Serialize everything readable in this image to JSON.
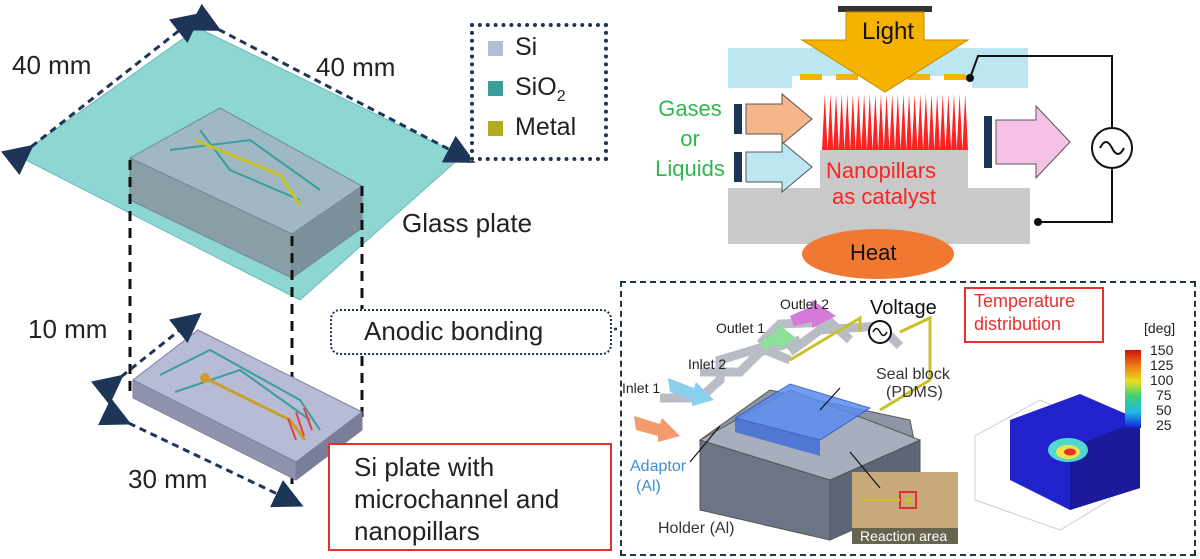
{
  "dimensions": {
    "top_width": "40 mm",
    "top_depth": "40 mm",
    "height": "10 mm",
    "bottom_width": "30 mm"
  },
  "legend": [
    {
      "label_main": "Si",
      "label_sub": "",
      "color": "#b7bbd6"
    },
    {
      "label_main": "SiO",
      "label_sub": "2",
      "color": "#3a9e9a"
    },
    {
      "label_main": "Metal",
      "label_sub": "",
      "color": "#b3ad1e"
    }
  ],
  "labels": {
    "glass_plate": "Glass plate",
    "anodic_bonding": "Anodic bonding",
    "si_plate": [
      "Si plate with",
      "microchannel and",
      "nanopillars"
    ]
  },
  "reactor": {
    "light": "Light",
    "gases": [
      "Gases",
      "or",
      "Liquids"
    ],
    "nanopillars": [
      "Nanopillars",
      "as catalyst"
    ],
    "heat": "Heat"
  },
  "device": {
    "voltage": "Voltage",
    "outlet_2": "Outlet 2",
    "outlet_1": "Outlet 1",
    "inlet_2": "Inlet 2",
    "inlet_1": "Inlet 1",
    "seal_block": [
      "Seal block",
      "(PDMS)"
    ],
    "adaptor": [
      "Adaptor",
      "(Al)"
    ],
    "holder": "Holder (Al)",
    "reaction_area": "Reaction area",
    "temperature": [
      "Temperature",
      "distribution"
    ],
    "unit": "[deg]",
    "scale": [
      "150",
      "125",
      "100",
      "75",
      "50",
      "25"
    ]
  },
  "colors": {
    "glass": "#7fd1cc",
    "silicon": "#a9adc4",
    "arrow_dark": "#1d3557",
    "light_arrow": "#f5b300",
    "nanopillar": "#ff2222",
    "heat": "#f07830",
    "red_label": "#e53030",
    "green_label": "#2db84d",
    "blue_label": "#3a8fd6"
  }
}
